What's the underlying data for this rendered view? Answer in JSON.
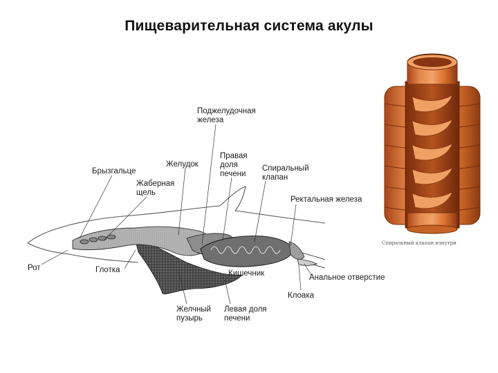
{
  "title": "Пищеварительная система акулы",
  "labels": {
    "pancreas": "Поджелудочная\nжелеза",
    "stomach": "Желудок",
    "spiracle": "Брызгальце",
    "right_liver": "Правая\nдоля\nпечени",
    "spiral_valve": "Спиральный\nклапан",
    "gill_slit": "Жаберная\nщель",
    "rectal_gland": "Ректальная железа",
    "mouth": "Рот",
    "pharynx": "Глотка",
    "intestine": "Кишечник",
    "anus": "Анальное отверстие",
    "cloaca": "Клоака",
    "gallbladder": "Желчный\nпузырь",
    "left_liver": "Левая доля\nпечени"
  },
  "inset_caption": "Спиральный клапан изнутри",
  "colors": {
    "intestine_orange": "#d8702e",
    "intestine_dark": "#9c3f14",
    "organ_gray": "#a9a9a9",
    "liver_dark": "#3a3a3a"
  }
}
